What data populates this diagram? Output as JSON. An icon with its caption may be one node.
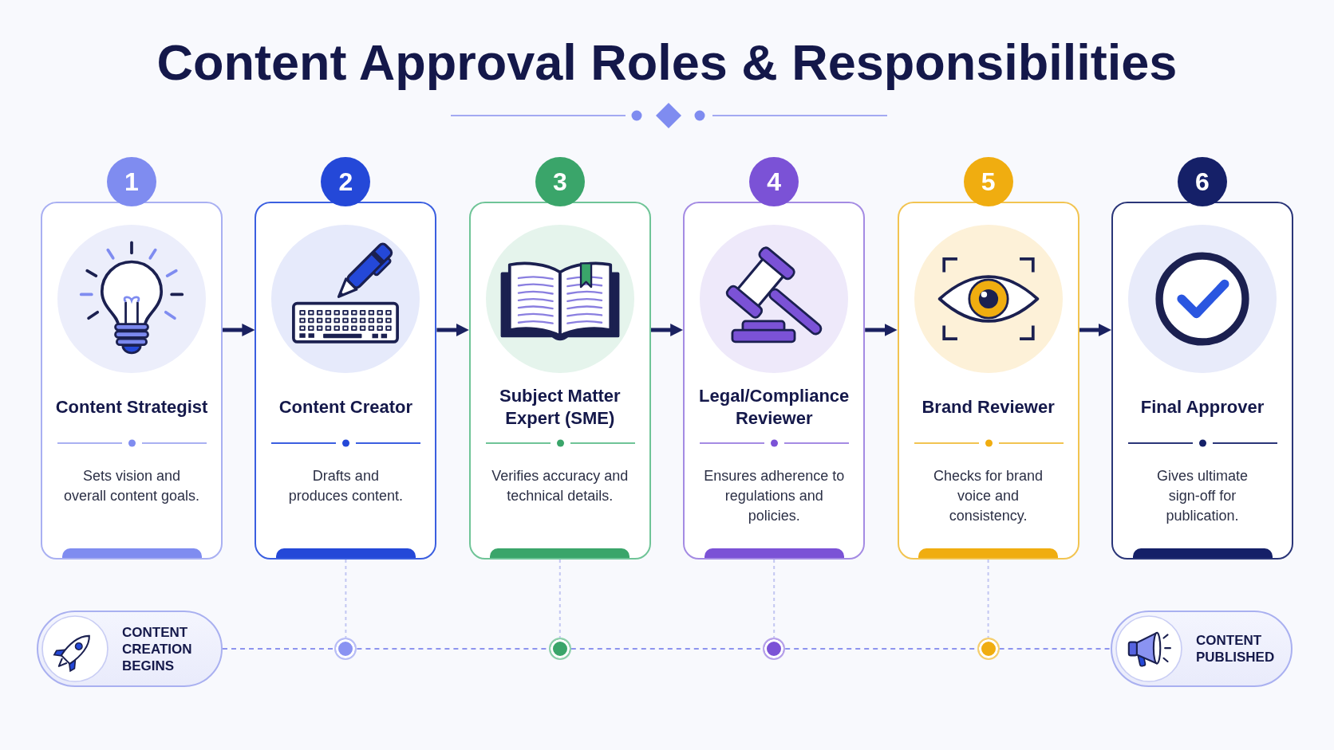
{
  "diagram": {
    "title": "Content Approval Roles & Responsibilities",
    "nodes": [
      {
        "text": [
          "1",
          "Content Strategist",
          "Sets vision and overall content goals."
        ]
      },
      {
        "text": [
          "2",
          "Content Creator",
          "Drafts and produces content."
        ]
      },
      {
        "text": [
          "3",
          "Subject Matter Expert (SME)",
          "Verifies accuracy and technical details."
        ]
      },
      {
        "text": [
          "4",
          "Legal/Compliance Reviewer",
          "Ensures adherence to regulations and policies."
        ]
      },
      {
        "text": [
          "5",
          "Brand Reviewer",
          "Checks for brand voice and consistency."
        ]
      },
      {
        "text": [
          "6",
          "Final Approver",
          "Gives ultimate sign-off for publication."
        ]
      },
      {
        "text": [
          "CONTENT CREATION BEGINS"
        ]
      },
      {
        "text": [],
        "shape": "circle"
      },
      {
        "text": [],
        "shape": "circle"
      },
      {
        "text": [],
        "shape": "circle"
      },
      {
        "text": [],
        "shape": "circle"
      },
      {
        "text": [
          "CONTENT PUBLISHED"
        ]
      }
    ],
    "edges": [
      {
        "from": 0,
        "to": 1,
        "arrow": "to",
        "color": "#1a2160"
      },
      {
        "from": 1,
        "to": 2,
        "arrow": "to",
        "color": "#1a2160"
      },
      {
        "from": 2,
        "to": 3,
        "arrow": "to",
        "color": "#1a2160"
      },
      {
        "from": 3,
        "to": 4,
        "arrow": "to",
        "color": "#1a2160"
      },
      {
        "from": 4,
        "to": 5,
        "arrow": "to",
        "color": "#1a2160"
      },
      {
        "from": 1,
        "to": 7,
        "arrow": "none",
        "style": "dashed",
        "color": "#c3c7f2"
      },
      {
        "from": 2,
        "to": 8,
        "arrow": "none",
        "style": "dashed",
        "color": "#c3c7f2"
      },
      {
        "from": 3,
        "to": 9,
        "arrow": "none",
        "style": "dashed",
        "color": "#c3c7f2"
      },
      {
        "from": 4,
        "to": 10,
        "arrow": "none",
        "style": "dashed",
        "color": "#c3c7f2"
      },
      {
        "from": 6,
        "to": 7,
        "arrow": "none",
        "style": "dashed",
        "color": "#8d94ee"
      },
      {
        "from": 7,
        "to": 8,
        "arrow": "none",
        "style": "dashed",
        "color": "#8d94ee"
      },
      {
        "from": 8,
        "to": 9,
        "arrow": "none",
        "style": "dashed",
        "color": "#8d94ee"
      },
      {
        "from": 9,
        "to": 10,
        "arrow": "none",
        "style": "dashed",
        "color": "#8d94ee"
      },
      {
        "from": 10,
        "to": 11,
        "arrow": "none",
        "style": "dashed",
        "color": "#8d94ee"
      }
    ]
  }
}
